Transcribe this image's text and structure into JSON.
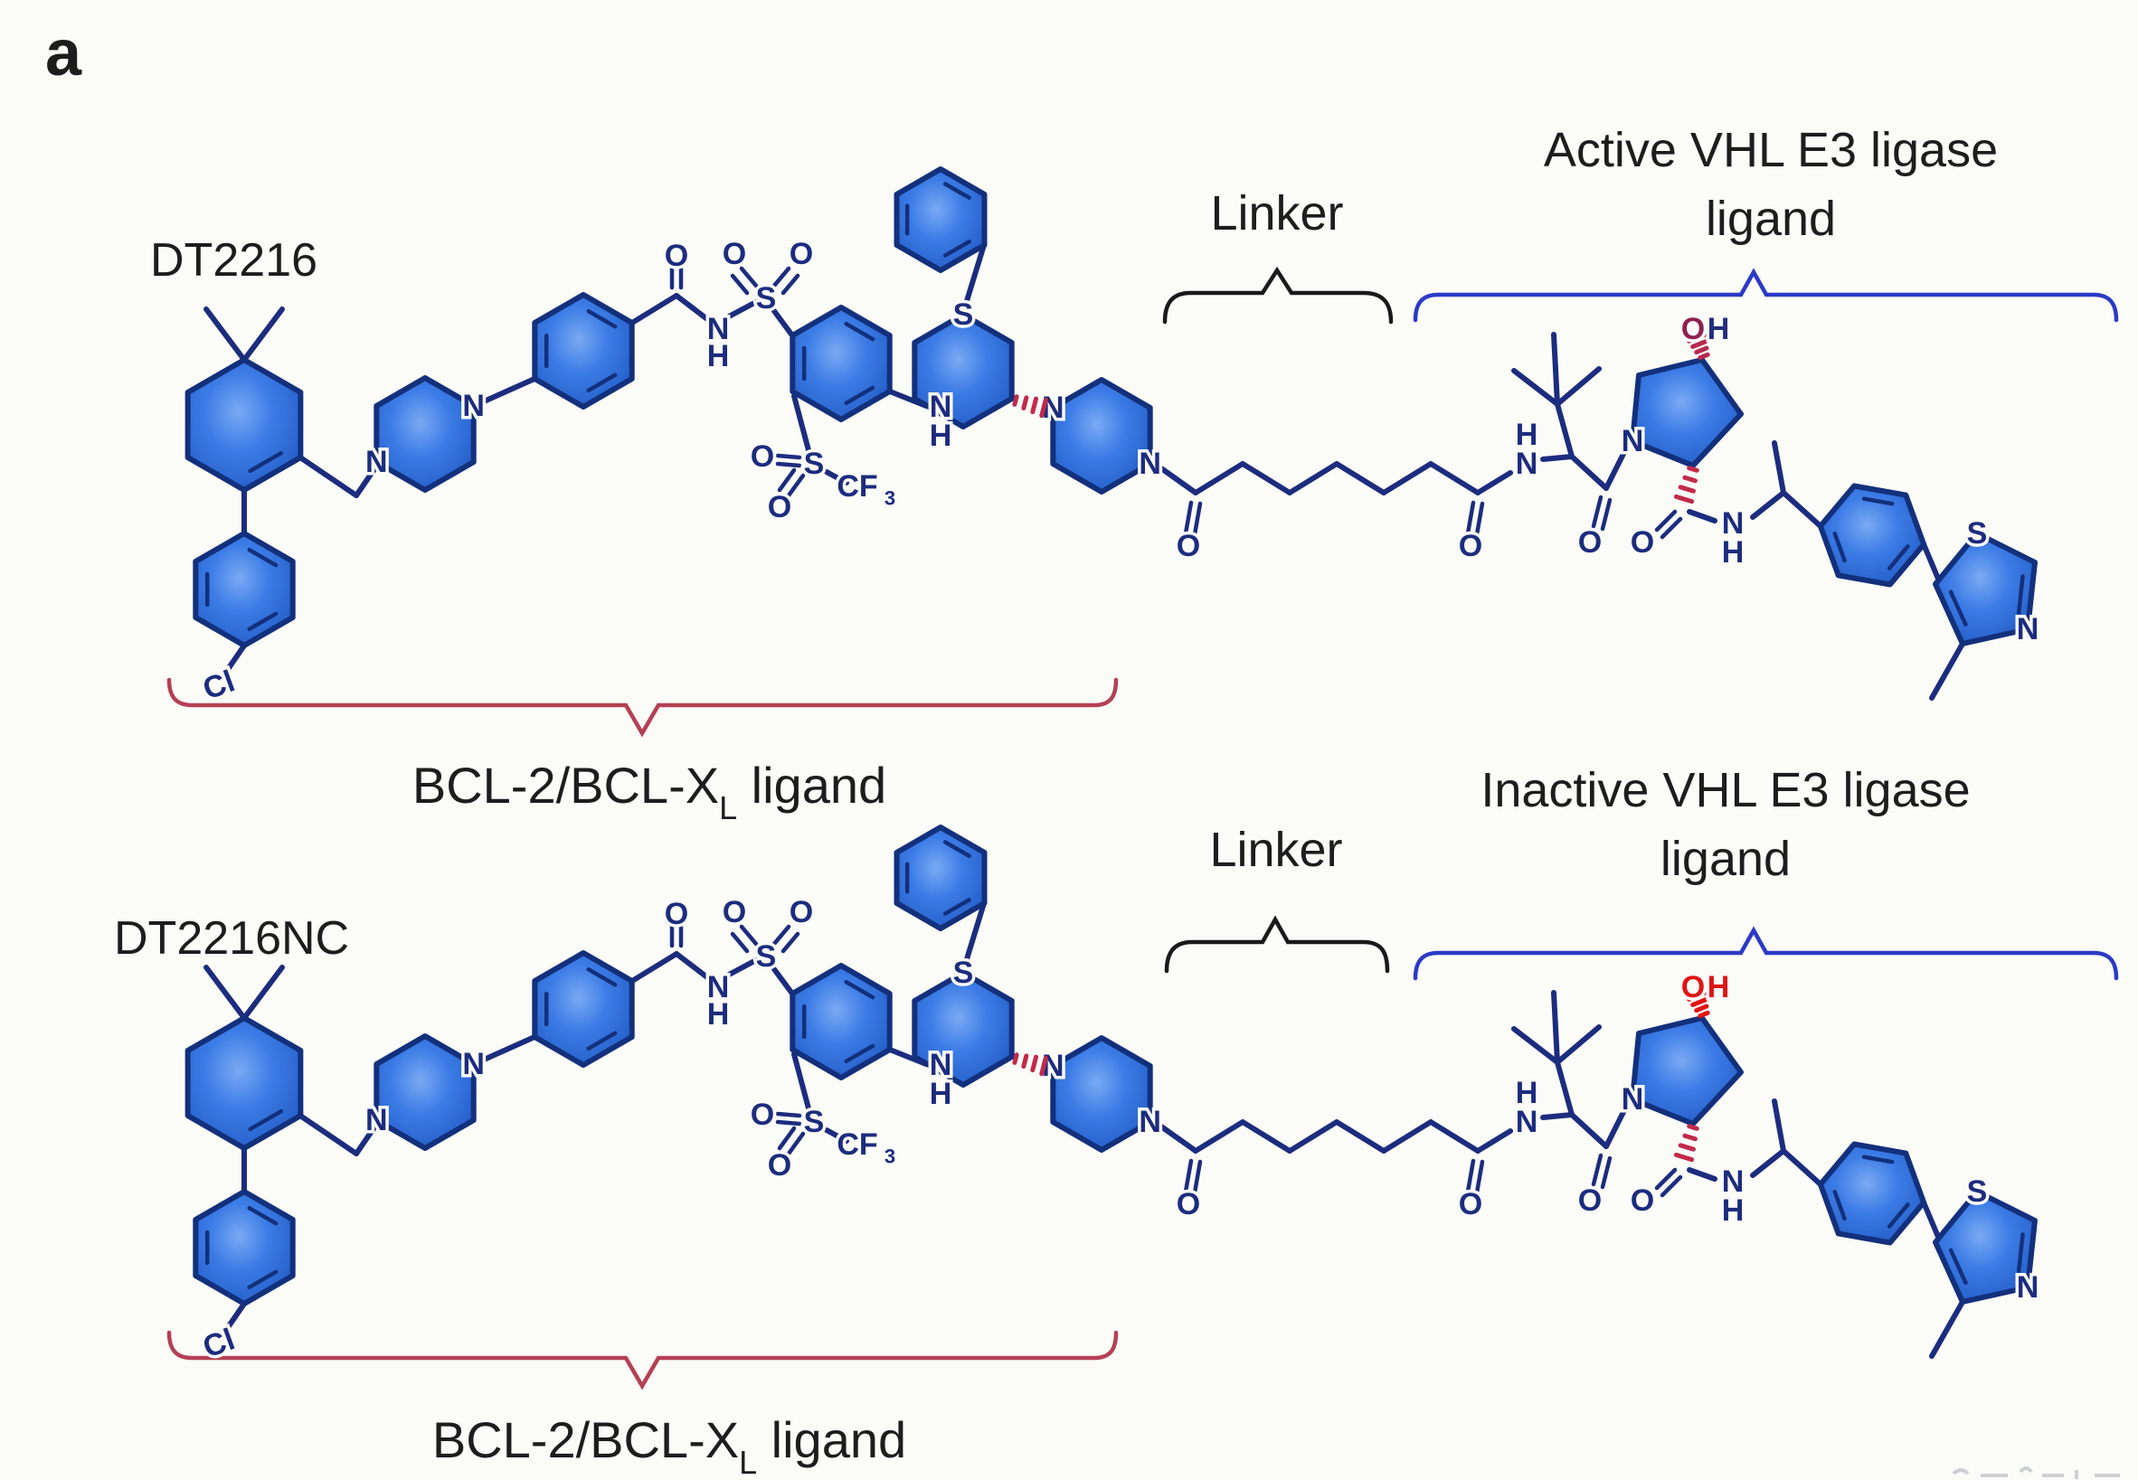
{
  "figure": {
    "panel_label": "a"
  },
  "colors": {
    "background": "#fbfbf8",
    "bond": "#1c2c7e",
    "ring_stroke": "#13307c",
    "ring_fill_center": "#79aaf3",
    "ring_fill_mid": "#3c7ce6",
    "ring_fill_edge": "#1e56bf",
    "atom_label": "#1c2c7e",
    "stereo_red": "#c22a4a",
    "brace_red": "#b54054",
    "brace_blue": "#2b3ac6",
    "brace_black": "#1a1a1a",
    "heading_text": "#1d1d1d",
    "oh_active_o": "#8e2150",
    "oh_active_h": "#232e7c",
    "oh_active_hash": "#b52a4e",
    "oh_inactive": "#e01414"
  },
  "atoms": {
    "oxygen": "O",
    "nitrogen": "N",
    "hydrogen": "H",
    "sulfur": "S",
    "chlorine": "Cl",
    "cf": "CF",
    "cf_sub": "3",
    "oh_o": "O",
    "oh_h": "H"
  },
  "molecules": [
    {
      "id": "dt2216",
      "name": "DT2216",
      "variant": "active",
      "annotations": {
        "linker": "Linker",
        "ligase_line1": "Active VHL E3 ligase",
        "ligase_line2": "ligand",
        "bcl_main": "BCL-2/BCL-X",
        "bcl_sub": "L",
        "bcl_rest": " ligand"
      }
    },
    {
      "id": "dt2216nc",
      "name": "DT2216NC",
      "variant": "inactive",
      "annotations": {
        "linker": "Linker",
        "ligase_line1": "Inactive VHL E3 ligase",
        "ligase_line2": "ligand",
        "bcl_main": "BCL-2/BCL-X",
        "bcl_sub": "L",
        "bcl_rest": " ligand"
      }
    }
  ]
}
